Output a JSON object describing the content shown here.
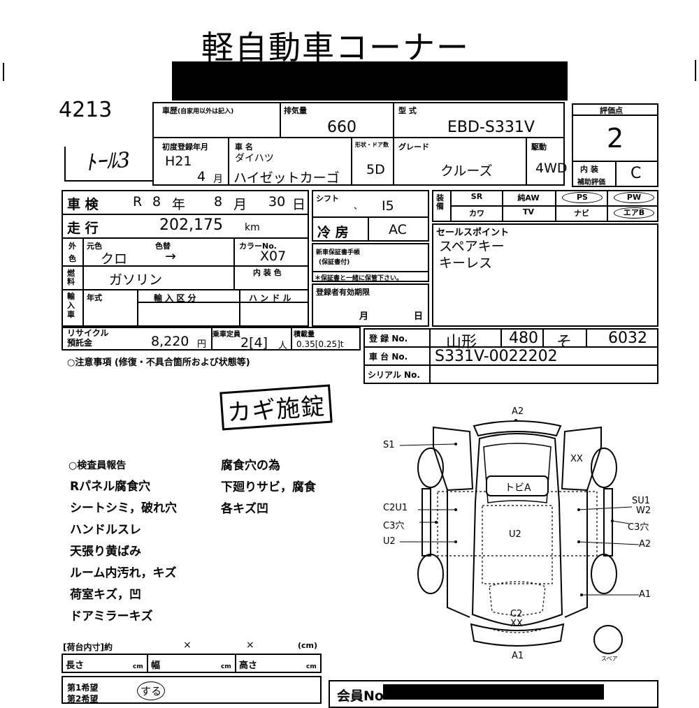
{
  "title": "軽自動車コーナー",
  "lot_number": "4213",
  "handwritten_code": "ﾄｰﾙ3",
  "header": {
    "history_label": "車歴",
    "history_sub": "(自家用以外は記入)",
    "displacement_label": "排気量",
    "displacement": "660",
    "model_label": "型 式",
    "model": "EBD-S331V",
    "score_label": "評価点",
    "score": "2",
    "first_reg_label": "初度登録年月",
    "first_reg_era": "H21",
    "first_reg_month": "4",
    "month_unit": "月",
    "car_name_label": "車 名",
    "maker": "ダイハツ",
    "car_name": "ハイゼットカーゴ",
    "doors_label": "形状・ドア数",
    "doors": "5D",
    "grade_label": "グレード",
    "grade": "クルーズ",
    "drive_label": "駆動",
    "drive": "4WD",
    "interior_label": "内 装",
    "interior_sub": "補助評価",
    "interior": "C"
  },
  "details": {
    "inspection_label": "車 検",
    "inspection_era": "R",
    "inspection_year": "8",
    "year_unit": "年",
    "inspection_month": "8",
    "month_unit": "月",
    "inspection_day": "30",
    "day_unit": "日",
    "shift_label": "シフト",
    "shift_mark": "、",
    "shift": "I5",
    "mileage_label": "走 行",
    "mileage": "202,175",
    "mileage_unit": "km",
    "ac_label": "冷 房",
    "ac": "AC",
    "color_label_1": "外",
    "color_label_2": "色",
    "original_color_label": "元色",
    "color_change_label": "色替",
    "original_color": "クロ",
    "color_change": "→",
    "color_no_label": "カラーNo.",
    "color_no": "X07",
    "fuel_label": "燃料",
    "fuel": "ガソリン",
    "trim_color_label": "内 装 色",
    "new_car_label": "新車保証書手帳",
    "new_car_sub": "(保証書付)",
    "new_car_note": "＊保証書と一緒に保管下さい。",
    "import_label": "輸入車",
    "import_year_label": "年式",
    "import_class_label": "輸 入 区 分",
    "handle_label": "ハ ン ド ル",
    "reg_expiry_label": "登録者有効期限",
    "month_label": "月",
    "day_label": "日",
    "recycle_label": "リサイクル\n預託金",
    "recycle_amount": "8,220",
    "yen_unit": "円",
    "capacity_label": "乗車定員",
    "capacity": "2[4]",
    "person_unit": "人",
    "load_label": "積載量",
    "load": "0.35[0.25]t"
  },
  "equipment": {
    "label": "装備",
    "items": [
      {
        "label": "SR",
        "circled": false
      },
      {
        "label": "純AW",
        "circled": false
      },
      {
        "label": "PS",
        "circled": true
      },
      {
        "label": "PW",
        "circled": true
      },
      {
        "label": "カワ",
        "circled": false
      },
      {
        "label": "TV",
        "circled": false
      },
      {
        "label": "ナビ",
        "circled": false
      },
      {
        "label": "エアB",
        "circled": true
      }
    ]
  },
  "sales_points": {
    "label": "セールスポイント",
    "items": [
      "スペアキー",
      "キーレス"
    ]
  },
  "registration": {
    "reg_label": "登 録 No.",
    "region": "山形",
    "class_no": "480",
    "kana": "そ",
    "serial": "6032",
    "chassis_label": "車 台 No.",
    "chassis": "S331V-0022202",
    "serial_label": "シリアル No."
  },
  "notes_header": "○注意事項 (修復・不具合箇所および状態等)",
  "stamp": "カギ施錠",
  "inspector": {
    "label": "○検査員報告",
    "col1": [
      "Rパネル腐食穴",
      "シートシミ，破れ穴",
      "ハンドルスレ",
      "天張り黄ばみ",
      "ルーム内汚れ，キズ",
      "荷室キズ，凹",
      "ドアミラーキズ"
    ],
    "col2": [
      "腐食穴の為",
      "下廻りサビ，腐食",
      "各キズ凹"
    ]
  },
  "diagram": {
    "top_label": "A2",
    "center_label": "トビA",
    "floor_label": "U2",
    "rear_label_1": "C2",
    "rear_label_2": "XX",
    "bottom_label": "A1",
    "left_labels": [
      "S1",
      "C2U1",
      "C3穴",
      "U2"
    ],
    "right_labels": [
      "XX",
      "SU1",
      "W2",
      "C3穴",
      "A2",
      "A1"
    ],
    "spare_label": "スペア"
  },
  "cargo": {
    "label": "[荷台内寸]約",
    "x1": "×",
    "x2": "×",
    "unit": "(cm)",
    "length_label": "長さ",
    "width_label": "幅",
    "height_label": "高さ",
    "cm": "cm",
    "hope_label": "第1希望",
    "hope2_label": "第2希望",
    "hope_stamp": "する"
  },
  "member_label": "会員No"
}
